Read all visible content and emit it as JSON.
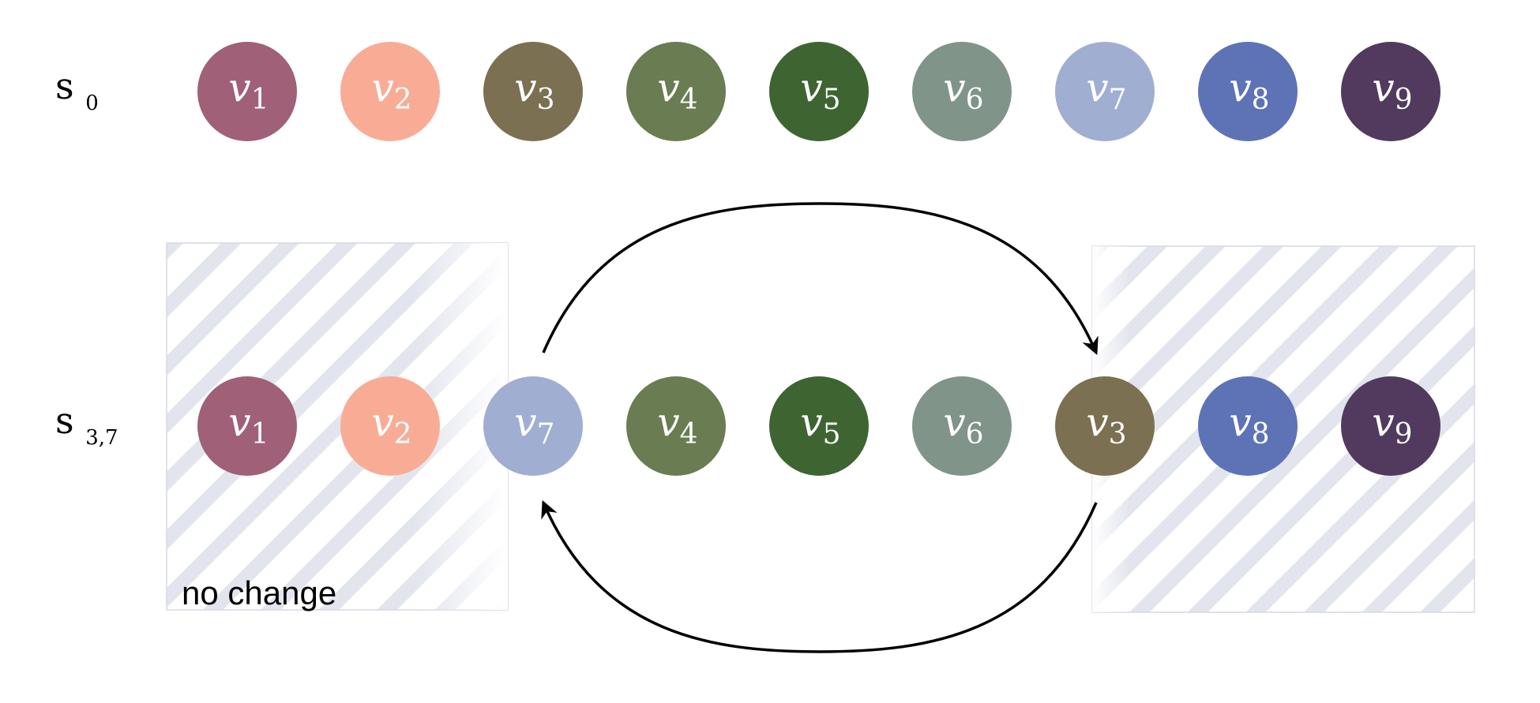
{
  "rows": [
    {
      "id": "initial",
      "label_main": "s",
      "label_sub": "0",
      "nodes": [
        {
          "var": "v",
          "idx": "1",
          "color": "#A06078"
        },
        {
          "var": "v",
          "idx": "2",
          "color": "#F8AC96"
        },
        {
          "var": "v",
          "idx": "3",
          "color": "#7C7052"
        },
        {
          "var": "v",
          "idx": "4",
          "color": "#6A7C52"
        },
        {
          "var": "v",
          "idx": "5",
          "color": "#3E6432"
        },
        {
          "var": "v",
          "idx": "6",
          "color": "#80948A"
        },
        {
          "var": "v",
          "idx": "7",
          "color": "#A0AED2"
        },
        {
          "var": "v",
          "idx": "8",
          "color": "#5E72B6"
        },
        {
          "var": "v",
          "idx": "9",
          "color": "#523A5E"
        }
      ]
    },
    {
      "id": "swapped",
      "label_main": "s",
      "label_sub": "3,7",
      "nodes": [
        {
          "var": "v",
          "idx": "1",
          "color": "#A06078"
        },
        {
          "var": "v",
          "idx": "2",
          "color": "#F8AC96"
        },
        {
          "var": "v",
          "idx": "7",
          "color": "#A0AED2"
        },
        {
          "var": "v",
          "idx": "4",
          "color": "#6A7C52"
        },
        {
          "var": "v",
          "idx": "5",
          "color": "#3E6432"
        },
        {
          "var": "v",
          "idx": "6",
          "color": "#80948A"
        },
        {
          "var": "v",
          "idx": "3",
          "color": "#7C7052"
        },
        {
          "var": "v",
          "idx": "8",
          "color": "#5E72B6"
        },
        {
          "var": "v",
          "idx": "9",
          "color": "#523A5E"
        }
      ]
    }
  ],
  "unchanged_region_label": "no change",
  "swap_arrows": [
    {
      "from_idx": "7",
      "to_idx": "3",
      "direction": "clockwise-top"
    },
    {
      "from_idx": "3",
      "to_idx": "7",
      "direction": "clockwise-bottom"
    }
  ],
  "colors": {
    "hatch_stripe": "#E2E5EE",
    "region_border": "#D6D9E2",
    "arrow": "#000000",
    "node_text": "#ffffff",
    "label_text": "#000000"
  }
}
